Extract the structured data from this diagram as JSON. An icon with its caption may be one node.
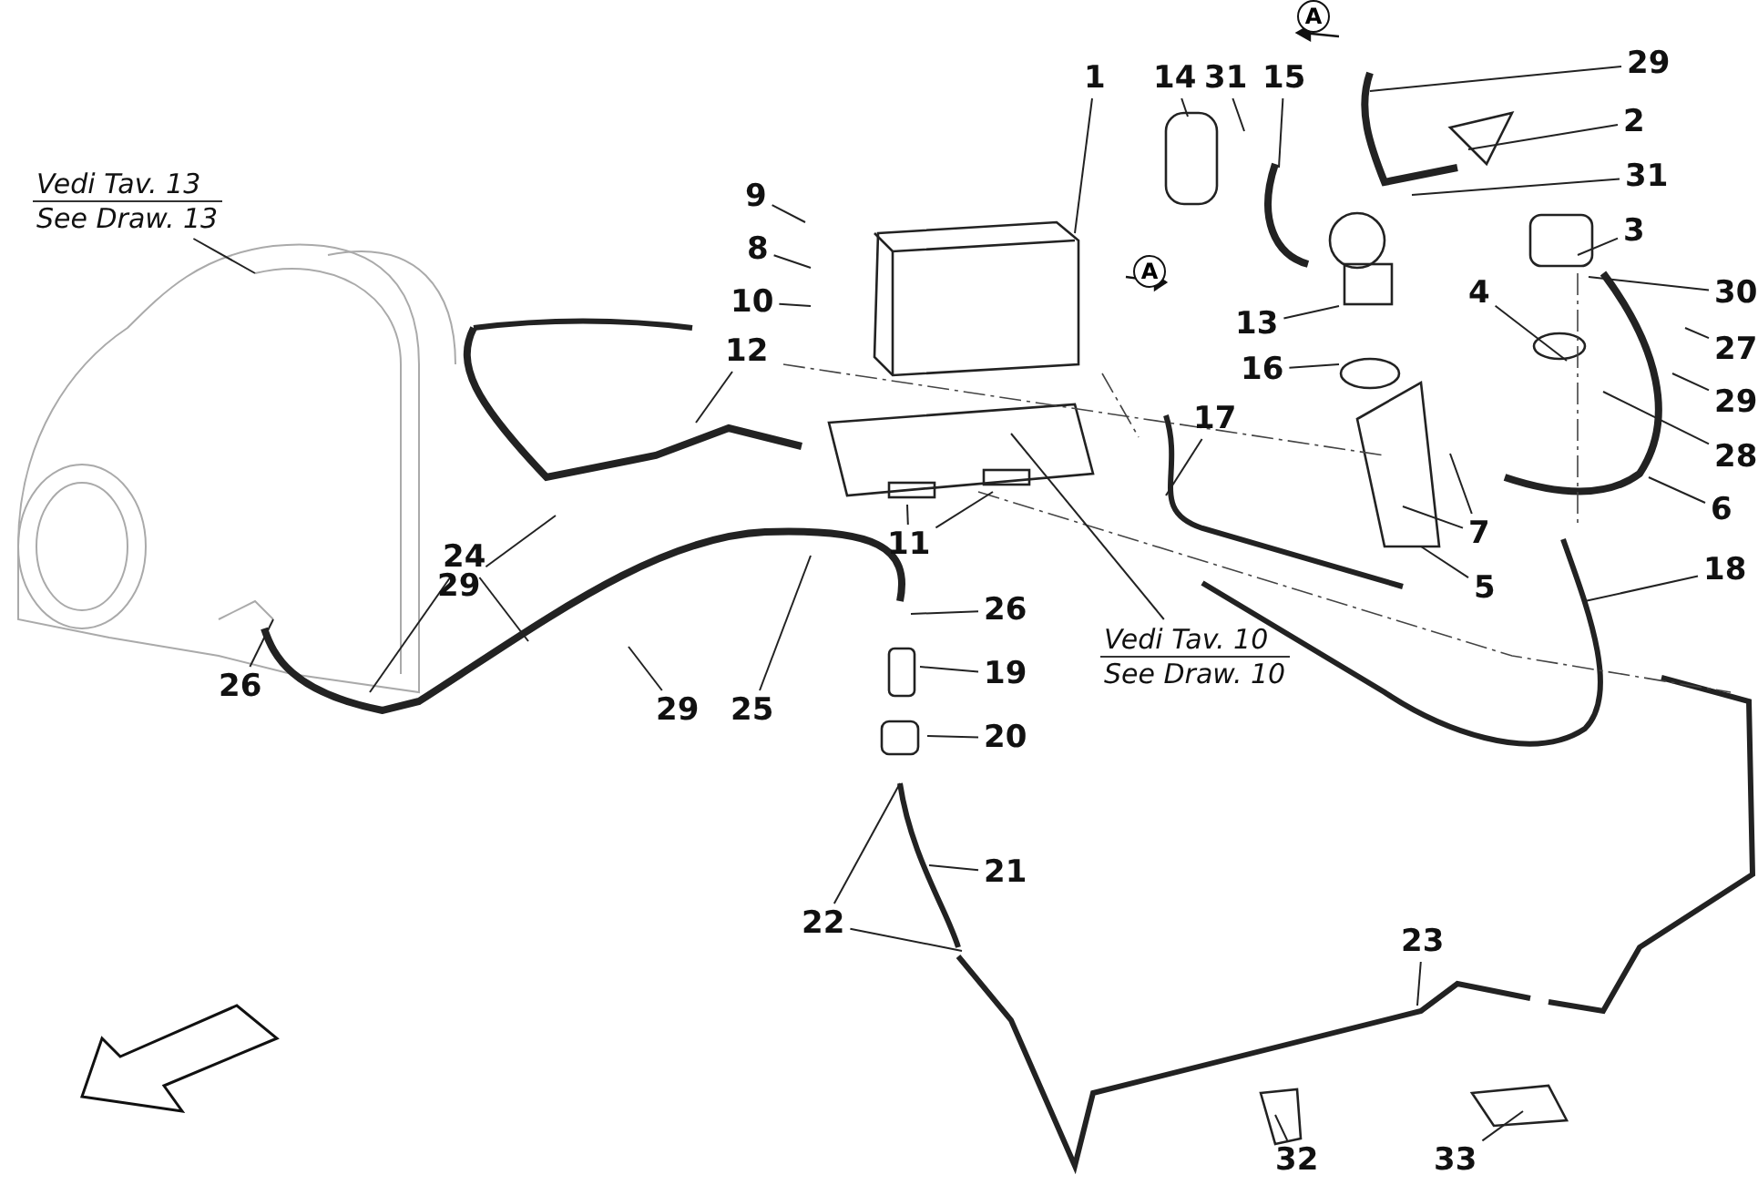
{
  "diagram": {
    "nodes": [
      {
        "text": [
          "1"
        ]
      },
      {
        "text": [
          "14"
        ]
      },
      {
        "text": [
          "31"
        ]
      },
      {
        "text": [
          "15"
        ]
      },
      {
        "text": [
          "29"
        ]
      },
      {
        "text": [
          "2"
        ]
      },
      {
        "text": [
          "31"
        ]
      },
      {
        "text": [
          "9"
        ]
      },
      {
        "text": [
          "Vedi Tav. 13",
          "See Draw. 13"
        ]
      },
      {
        "text": [
          "3"
        ]
      },
      {
        "text": [
          "8"
        ]
      },
      {
        "text": [
          "30"
        ]
      },
      {
        "text": [
          "4"
        ]
      },
      {
        "text": [
          "10"
        ]
      },
      {
        "text": [
          "13"
        ]
      },
      {
        "text": [
          "27"
        ]
      },
      {
        "text": [
          "12"
        ]
      },
      {
        "text": [
          "16"
        ]
      },
      {
        "text": [
          "29"
        ]
      },
      {
        "text": [
          "17"
        ]
      },
      {
        "text": [
          "28"
        ]
      },
      {
        "text": [
          "6"
        ]
      },
      {
        "text": [
          "7"
        ]
      },
      {
        "text": [
          "11"
        ]
      },
      {
        "text": [
          "24"
        ]
      },
      {
        "text": [
          "29"
        ]
      },
      {
        "text": [
          "5"
        ]
      },
      {
        "text": [
          "18"
        ]
      },
      {
        "text": [
          "26"
        ]
      },
      {
        "text": [
          "Vedi Tav. 10",
          "See Draw. 10"
        ]
      },
      {
        "text": [
          "26"
        ]
      },
      {
        "text": [
          "29"
        ]
      },
      {
        "text": [
          "25"
        ]
      },
      {
        "text": [
          "19"
        ]
      },
      {
        "text": [
          "20"
        ]
      },
      {
        "text": [
          "21"
        ]
      },
      {
        "text": [
          "22"
        ]
      },
      {
        "text": [
          "23"
        ]
      },
      {
        "text": [
          "32"
        ]
      },
      {
        "text": [
          "33"
        ]
      }
    ],
    "edges": [
      {
        "from": 0,
        "to": null,
        "arrow": "none"
      },
      {
        "from": 1,
        "to": null,
        "arrow": "none"
      },
      {
        "from": 2,
        "to": null,
        "arrow": "none"
      },
      {
        "from": 3,
        "to": null,
        "arrow": "none"
      },
      {
        "from": 4,
        "to": null,
        "arrow": "none"
      },
      {
        "from": 5,
        "to": null,
        "arrow": "none"
      },
      {
        "from": 6,
        "to": null,
        "arrow": "none"
      },
      {
        "from": 7,
        "to": null,
        "arrow": "none"
      },
      {
        "from": 8,
        "to": null,
        "arrow": "none"
      },
      {
        "from": 9,
        "to": null,
        "arrow": "none"
      },
      {
        "from": 10,
        "to": null,
        "arrow": "none"
      },
      {
        "from": 11,
        "to": null,
        "arrow": "none"
      },
      {
        "from": 12,
        "to": null,
        "arrow": "none"
      },
      {
        "from": 13,
        "to": null,
        "arrow": "none"
      },
      {
        "from": 14,
        "to": null,
        "arrow": "none"
      },
      {
        "from": 15,
        "to": null,
        "arrow": "none"
      },
      {
        "from": 16,
        "to": null,
        "arrow": "none"
      },
      {
        "from": 17,
        "to": null,
        "arrow": "none"
      },
      {
        "from": 18,
        "to": null,
        "arrow": "none"
      },
      {
        "from": 19,
        "to": null,
        "arrow": "none"
      },
      {
        "from": 20,
        "to": null,
        "arrow": "none"
      },
      {
        "from": 21,
        "to": null,
        "arrow": "none"
      },
      {
        "from": 22,
        "to": null,
        "arrow": "none"
      },
      {
        "from": 22,
        "to": null,
        "arrow": "none"
      },
      {
        "from": 23,
        "to": null,
        "arrow": "none"
      },
      {
        "from": 23,
        "to": null,
        "arrow": "none"
      },
      {
        "from": 24,
        "to": null,
        "arrow": "none"
      },
      {
        "from": 24,
        "to": null,
        "arrow": "none"
      },
      {
        "from": 25,
        "to": null,
        "arrow": "none"
      },
      {
        "from": 26,
        "to": null,
        "arrow": "none"
      },
      {
        "from": 27,
        "to": null,
        "arrow": "none"
      },
      {
        "from": 28,
        "to": null,
        "arrow": "none"
      },
      {
        "from": 29,
        "to": null,
        "arrow": "none"
      },
      {
        "from": 30,
        "to": null,
        "arrow": "none"
      },
      {
        "from": 31,
        "to": null,
        "arrow": "none"
      },
      {
        "from": 32,
        "to": null,
        "arrow": "none"
      },
      {
        "from": 33,
        "to": null,
        "arrow": "none"
      },
      {
        "from": 34,
        "to": null,
        "arrow": "none"
      },
      {
        "from": 35,
        "to": null,
        "arrow": "none"
      },
      {
        "from": 36,
        "to": null,
        "arrow": "none"
      },
      {
        "from": 36,
        "to": null,
        "arrow": "none"
      },
      {
        "from": 37,
        "to": null,
        "arrow": "none"
      },
      {
        "from": 38,
        "to": null,
        "arrow": "none"
      },
      {
        "from": 39,
        "to": null,
        "arrow": "none"
      }
    ],
    "labels": [
      "A",
      "A"
    ]
  }
}
